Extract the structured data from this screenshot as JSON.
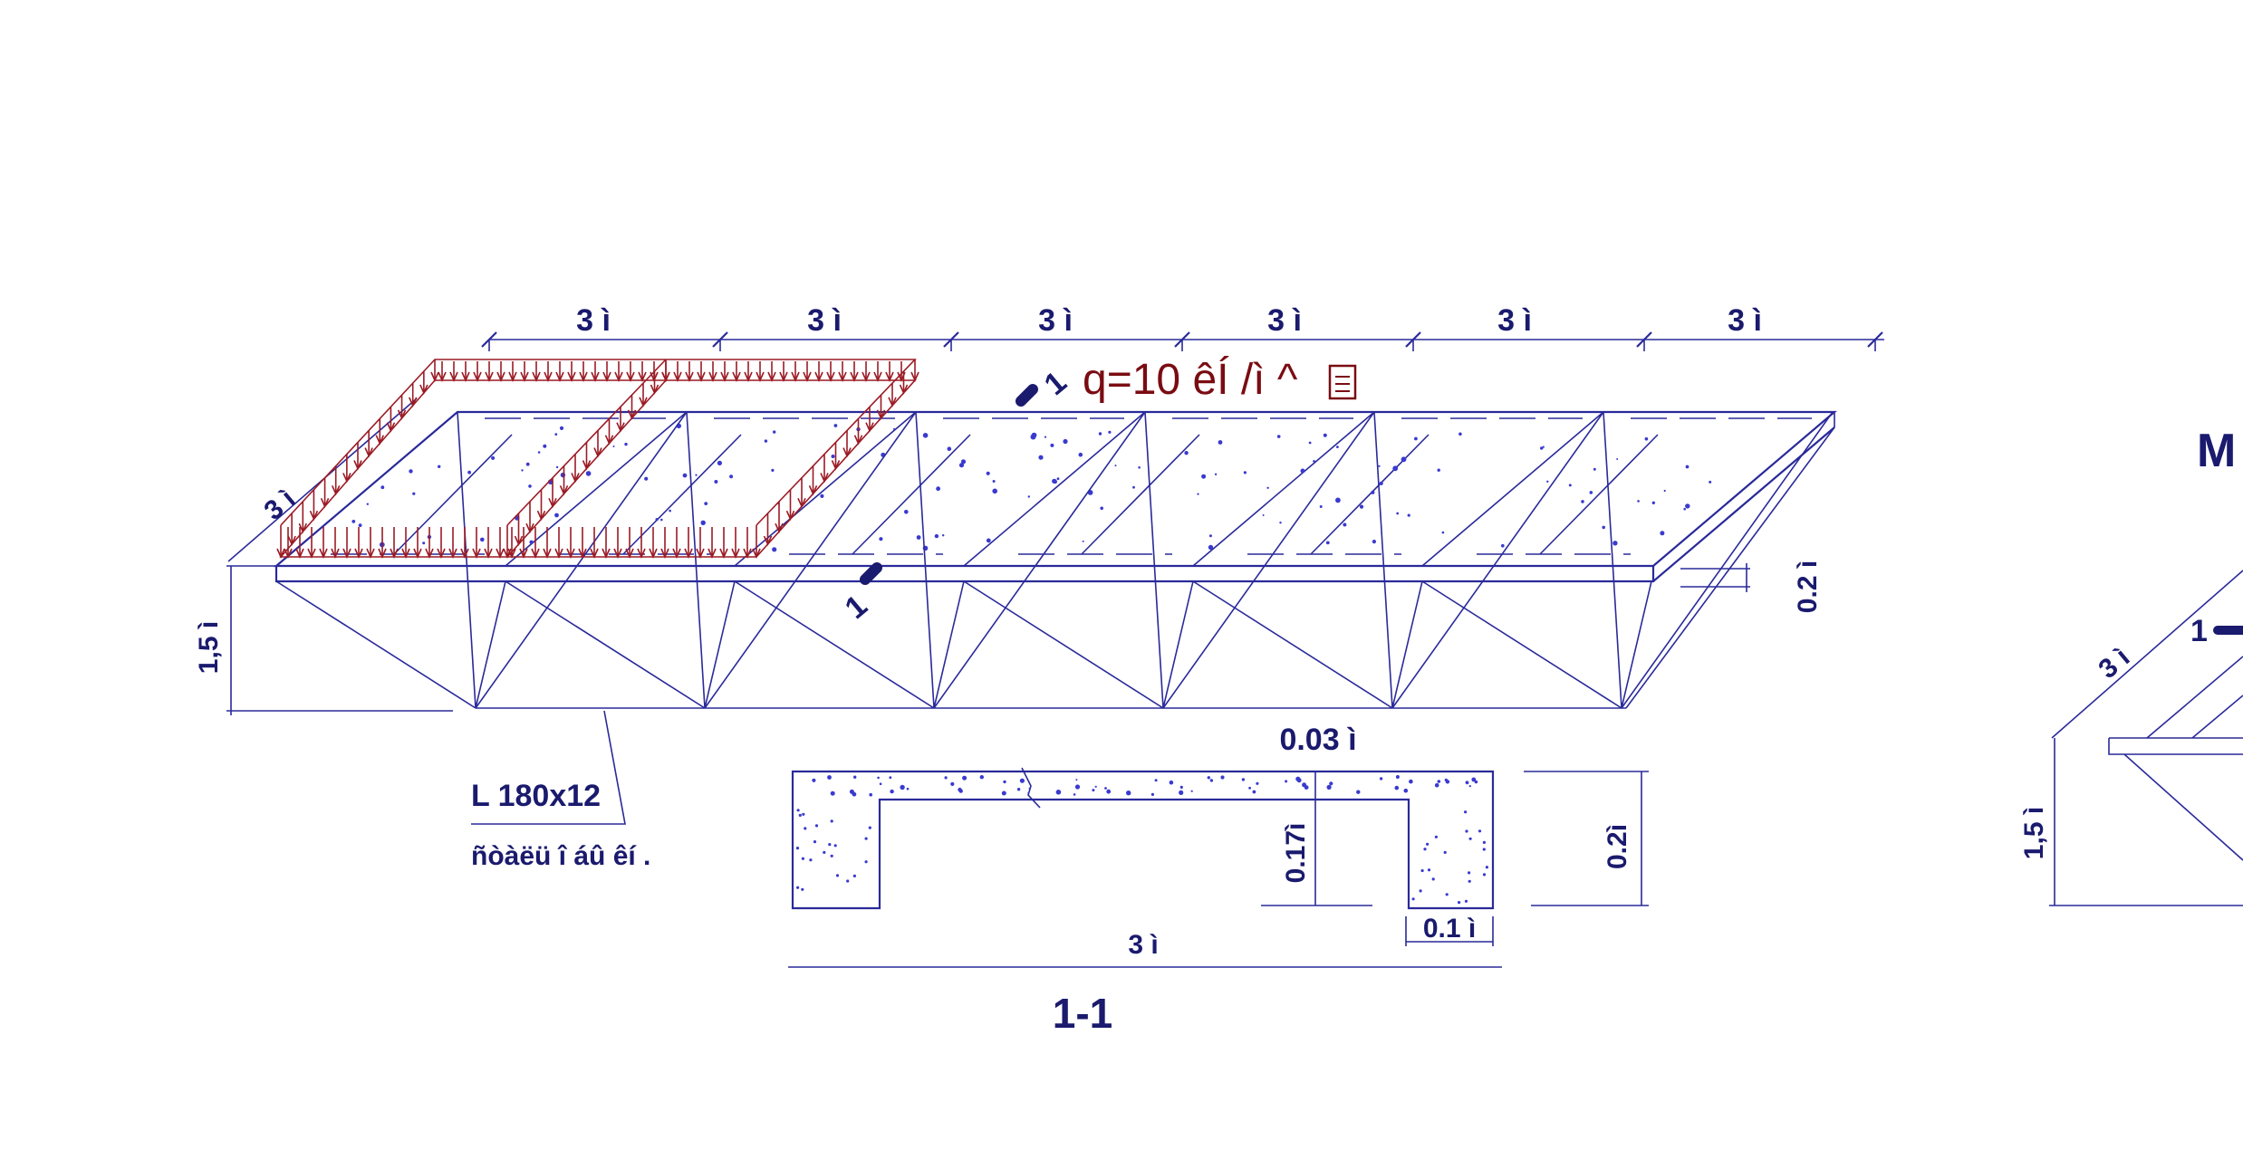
{
  "span_label": "3 ì",
  "span_count": 6,
  "side_label": "3 ì",
  "height_label": "1,5 ì",
  "slab_thickness_label": "0.2 ì",
  "load_label": "q=10 êÍ /ì ^",
  "section_marker": "1",
  "member_label": "L  180x12",
  "member_note": "ñòàëü î áû êí .",
  "section": {
    "title": "1-1",
    "top_dim": "0.03 ì",
    "inner_height": "0.17ì",
    "total_height": "0.2ì",
    "rib_width": "0.1 ì",
    "width": "3 ì"
  },
  "right_fragment": {
    "title_fragment": "M",
    "side_label": "3 ì",
    "height_label": "1,5 ì",
    "marker": "1"
  },
  "colors": {
    "line": "#2a2a9a",
    "text": "#1a1a6e",
    "load": "#7a0c12"
  }
}
